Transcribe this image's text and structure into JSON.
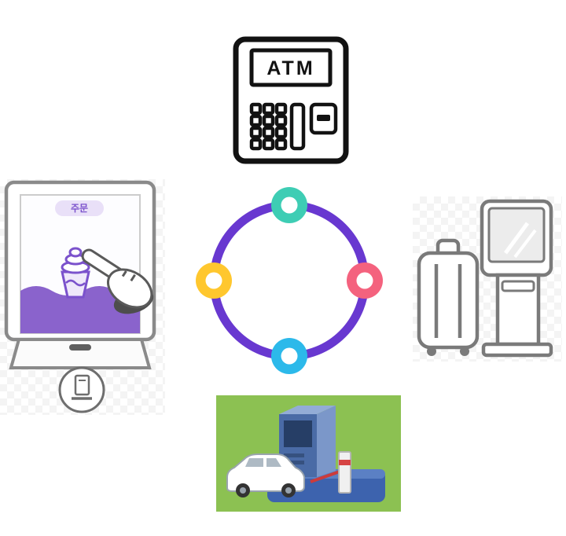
{
  "canvas": {
    "background": "#ffffff"
  },
  "atm": {
    "label": "ATM",
    "outline_color": "#121212"
  },
  "cycle": {
    "ring_color": "#6838D0",
    "nodes": [
      {
        "position": "top",
        "color": "#3ECDB4"
      },
      {
        "position": "right",
        "color": "#F4627E"
      },
      {
        "position": "bottom",
        "color": "#2CB9EA"
      },
      {
        "position": "left",
        "color": "#FFC72E"
      }
    ]
  },
  "order_kiosk": {
    "screen_title": "주문",
    "accent_color": "#7B52CC"
  },
  "checkin": {
    "outline_color": "#7a7a7a"
  },
  "parking": {
    "background_color": "#8CC152"
  }
}
